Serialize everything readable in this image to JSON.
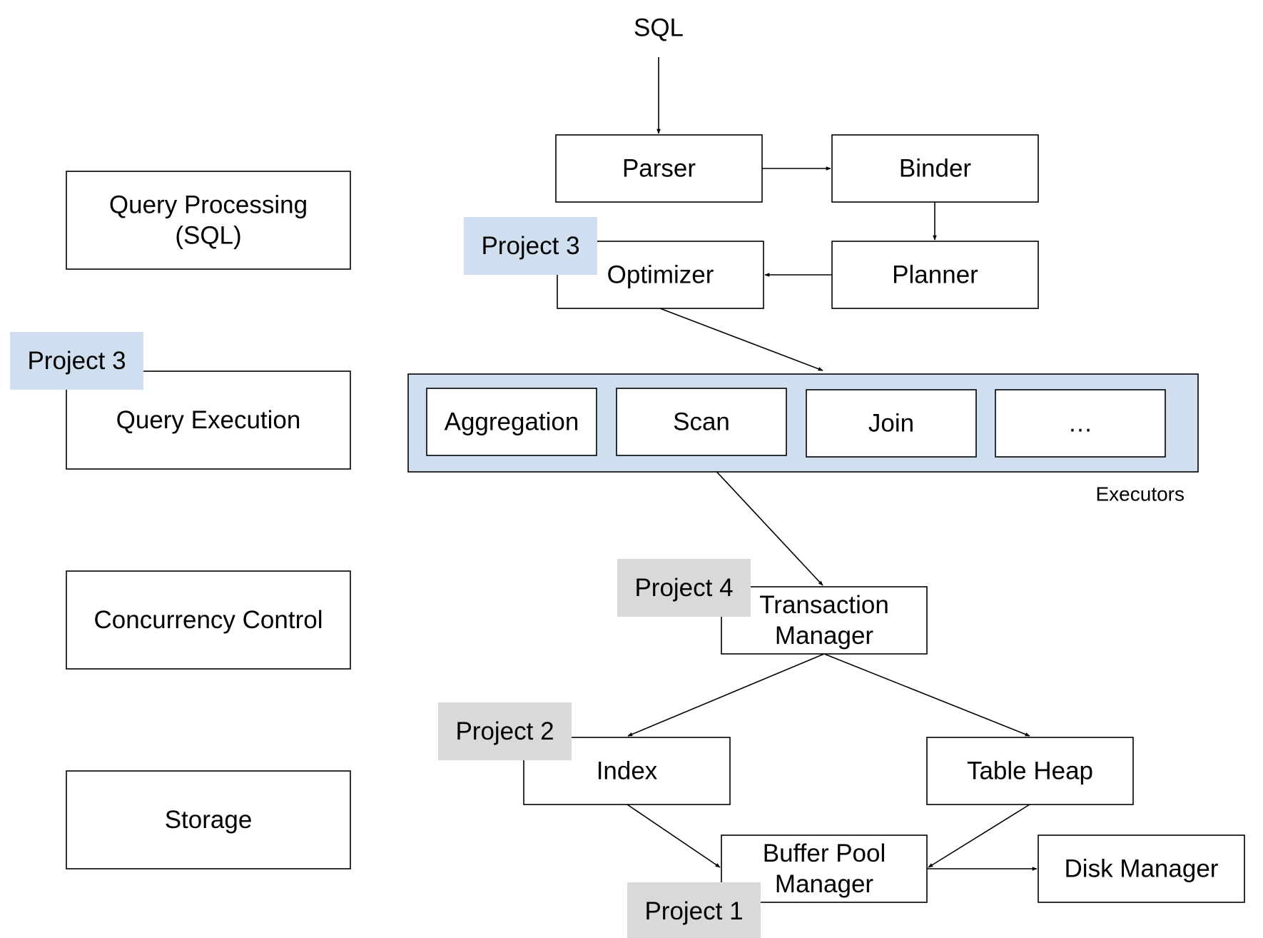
{
  "colors": {
    "executor_group_fill": "#cfdff0",
    "tag_blue": "#cfdff0",
    "tag_gray": "#d9d9d9",
    "stroke": "#000000",
    "text": "#000000"
  },
  "input": {
    "label": "SQL"
  },
  "layers": [
    {
      "id": "query-processing",
      "lines": [
        "Query Processing",
        "(SQL)"
      ]
    },
    {
      "id": "query-execution",
      "lines": [
        "Query Execution"
      ]
    },
    {
      "id": "concurrency-control",
      "lines": [
        "Concurrency Control"
      ]
    },
    {
      "id": "storage",
      "lines": [
        "Storage"
      ]
    }
  ],
  "components": [
    {
      "id": "parser",
      "lines": [
        "Parser"
      ]
    },
    {
      "id": "binder",
      "lines": [
        "Binder"
      ]
    },
    {
      "id": "planner",
      "lines": [
        "Planner"
      ]
    },
    {
      "id": "optimizer",
      "lines": [
        "Optimizer"
      ]
    },
    {
      "id": "transaction-manager",
      "lines": [
        "Transaction",
        "Manager"
      ]
    },
    {
      "id": "index",
      "lines": [
        "Index"
      ]
    },
    {
      "id": "table-heap",
      "lines": [
        "Table Heap"
      ]
    },
    {
      "id": "buffer-pool-manager",
      "lines": [
        "Buffer Pool",
        "Manager"
      ]
    },
    {
      "id": "disk-manager",
      "lines": [
        "Disk Manager"
      ]
    }
  ],
  "executors": {
    "label": "Executors",
    "items": [
      {
        "id": "aggregation",
        "label": "Aggregation"
      },
      {
        "id": "scan",
        "label": "Scan"
      },
      {
        "id": "join",
        "label": "Join"
      },
      {
        "id": "more",
        "label": "…"
      }
    ]
  },
  "project_tags": [
    {
      "id": "tag-query-execution",
      "label": "Project 3",
      "color": "blue"
    },
    {
      "id": "tag-optimizer",
      "label": "Project 3",
      "color": "blue"
    },
    {
      "id": "tag-transaction-manager",
      "label": "Project 4",
      "color": "gray"
    },
    {
      "id": "tag-index",
      "label": "Project 2",
      "color": "gray"
    },
    {
      "id": "tag-buffer-pool",
      "label": "Project 1",
      "color": "gray"
    }
  ],
  "edges": [
    {
      "from": "input",
      "to": "parser"
    },
    {
      "from": "parser",
      "to": "binder"
    },
    {
      "from": "binder",
      "to": "planner"
    },
    {
      "from": "planner",
      "to": "optimizer"
    },
    {
      "from": "optimizer",
      "to": "executors"
    },
    {
      "from": "scan",
      "to": "transaction-manager"
    },
    {
      "from": "transaction-manager",
      "to": "index"
    },
    {
      "from": "transaction-manager",
      "to": "table-heap"
    },
    {
      "from": "index",
      "to": "buffer-pool-manager"
    },
    {
      "from": "table-heap",
      "to": "buffer-pool-manager"
    },
    {
      "from": "buffer-pool-manager",
      "to": "disk-manager"
    }
  ]
}
